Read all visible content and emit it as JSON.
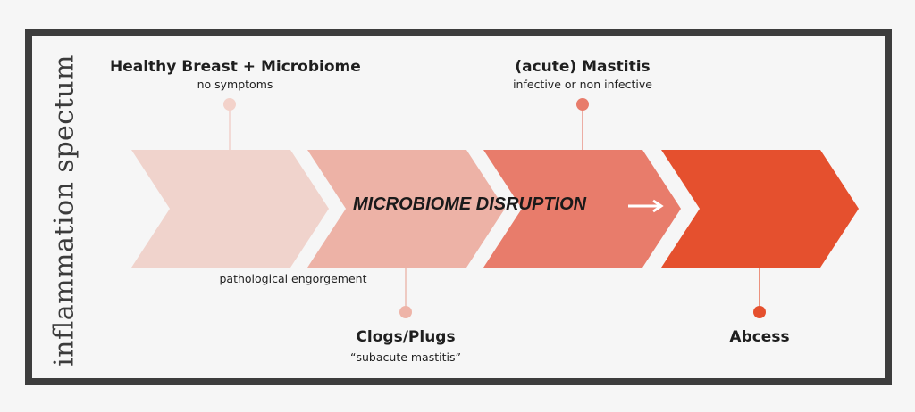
{
  "side_title": "inflammation spectum",
  "center_label": "MICROBIOME DISRUPTION",
  "stages": [
    {
      "title": "Healthy Breast + Microbiome",
      "subtitle": "no symptoms",
      "color": "#f0d3cc"
    },
    {
      "title": "Clogs/Plugs",
      "subtitle": "“subacute mastitis”",
      "color": "#edb2a6"
    },
    {
      "title": "(acute) Mastitis",
      "subtitle": "infective or non infective",
      "color": "#e87c6b"
    },
    {
      "title": "Abcess",
      "subtitle": "",
      "color": "#e5502e"
    }
  ],
  "middle_note": "pathological engorgement",
  "colors": {
    "frame": "#3d3d3d",
    "background": "#f6f6f6",
    "arrow": "#ffffff"
  }
}
